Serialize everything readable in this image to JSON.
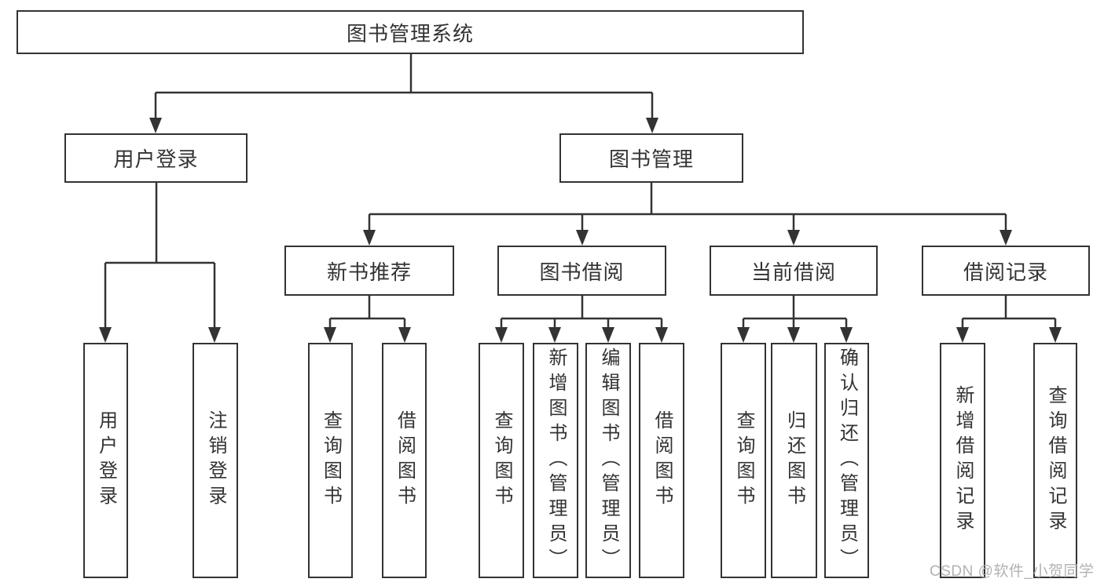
{
  "tree": {
    "root": {
      "label": "图书管理系统"
    },
    "branches": [
      {
        "label": "用户登录",
        "children": [
          {
            "label": "用户登录"
          },
          {
            "label": "注销登录"
          }
        ]
      },
      {
        "label": "图书管理",
        "children": [
          {
            "label": "新书推荐",
            "children": [
              {
                "label": "查询图书"
              },
              {
                "label": "借阅图书"
              }
            ]
          },
          {
            "label": "图书借阅",
            "children": [
              {
                "label": "查询图书"
              },
              {
                "label": "新增图书（管理员）"
              },
              {
                "label": "编辑图书（管理员）"
              },
              {
                "label": "借阅图书"
              }
            ]
          },
          {
            "label": "当前借阅",
            "children": [
              {
                "label": "查询图书"
              },
              {
                "label": "归还图书"
              },
              {
                "label": "确认归还（管理员）"
              }
            ]
          },
          {
            "label": "借阅记录",
            "children": [
              {
                "label": "新增借阅记录"
              },
              {
                "label": "查询借阅记录"
              }
            ]
          }
        ]
      }
    ]
  },
  "watermark": {
    "text": "CSDN @软件_小贺同学",
    "color": "#aaaaaa"
  },
  "colors": {
    "line": "#333333",
    "box_border": "#333333",
    "box_fill": "#ffffff",
    "text": "#333333",
    "background": "#ffffff"
  }
}
